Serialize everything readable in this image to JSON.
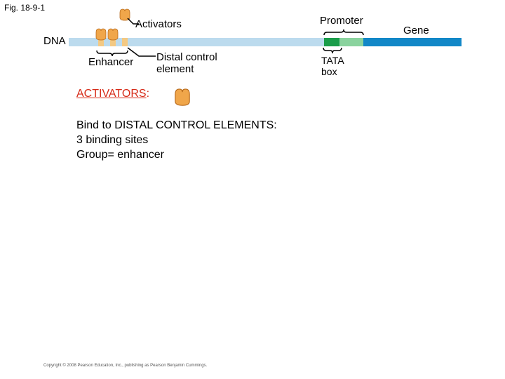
{
  "figure_label": "Fig. 18-9-1",
  "labels": {
    "activators": "Activators",
    "promoter": "Promoter",
    "gene": "Gene",
    "dna": "DNA",
    "enhancer": "Enhancer",
    "distal_control_element": [
      "Distal control",
      "element"
    ],
    "tata_box": [
      "TATA",
      "box"
    ]
  },
  "notes": {
    "heading": "ACTIVATORS",
    "heading_suffix": ":",
    "lines": [
      "Bind to DISTAL CONTROL ELEMENTS:",
      "3 binding sites",
      "Group= enhancer"
    ]
  },
  "copyright": "Copyright © 2008 Pearson Education, Inc., publishing as Pearson Benjamin Cummings.",
  "colors": {
    "dna_strand": "#bcdbee",
    "tata_box": "#1a9d4a",
    "promoter": "#8ad39e",
    "gene": "#1287c7",
    "activator_protein": "#f0a64a",
    "enhancer_site": "#f3c983",
    "heading_text": "#d62a17"
  },
  "icons": [
    "activator-protein-icon"
  ]
}
